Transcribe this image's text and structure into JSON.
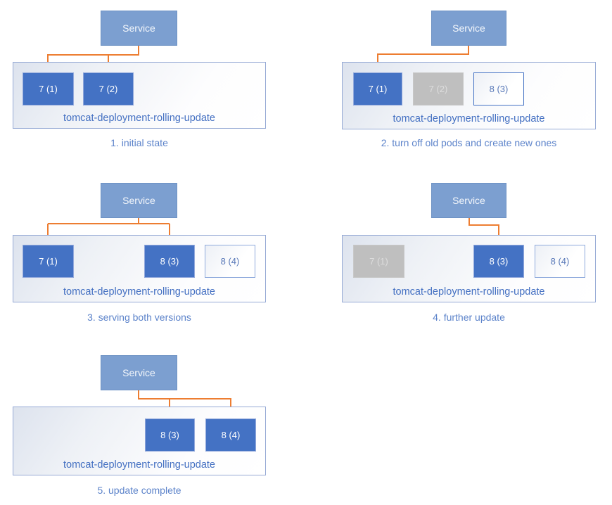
{
  "labels": {
    "service": "Service",
    "deployment": "tomcat-deployment-rolling-update"
  },
  "colors": {
    "pod_active_fill": "#4472C4",
    "pod_terminated_fill": "#BFBFBF",
    "pod_pending_fill": "#FFFFFF",
    "pod_pending_border_strong": "#4472C4",
    "pod_pending_border_light": "#8FAADC",
    "pod_pending_text": "#5878B8",
    "service_fill": "#7C9FD0",
    "arrow_orange": "#ED7D31",
    "container_border": "#96AAD5",
    "deployment_label_text": "#4470C2",
    "caption_text": "#5C83CA"
  },
  "panels": [
    {
      "step": "1",
      "caption": "1. initial state",
      "pods": [
        {
          "label": "7 (1)",
          "state": "active"
        },
        {
          "label": "7 (2)",
          "state": "active"
        }
      ]
    },
    {
      "step": "2",
      "caption": "2. turn off old pods and create new ones",
      "pods": [
        {
          "label": "7 (1)",
          "state": "active"
        },
        {
          "label": "7 (2)",
          "state": "terminated"
        },
        {
          "label": "8 (3)",
          "state": "creating"
        }
      ]
    },
    {
      "step": "3",
      "caption": "3. serving both versions",
      "pods": [
        {
          "label": "7 (1)",
          "state": "active"
        },
        {
          "label": "8 (3)",
          "state": "active"
        },
        {
          "label": "8 (4)",
          "state": "creating"
        }
      ]
    },
    {
      "step": "4",
      "caption": "4. further update",
      "pods": [
        {
          "label": "7 (1)",
          "state": "terminated"
        },
        {
          "label": "8 (3)",
          "state": "active"
        },
        {
          "label": "8 (4)",
          "state": "creating"
        }
      ]
    },
    {
      "step": "5",
      "caption": "5. update complete",
      "pods": [
        {
          "label": "8 (3)",
          "state": "active"
        },
        {
          "label": "8 (4)",
          "state": "active"
        }
      ]
    }
  ]
}
